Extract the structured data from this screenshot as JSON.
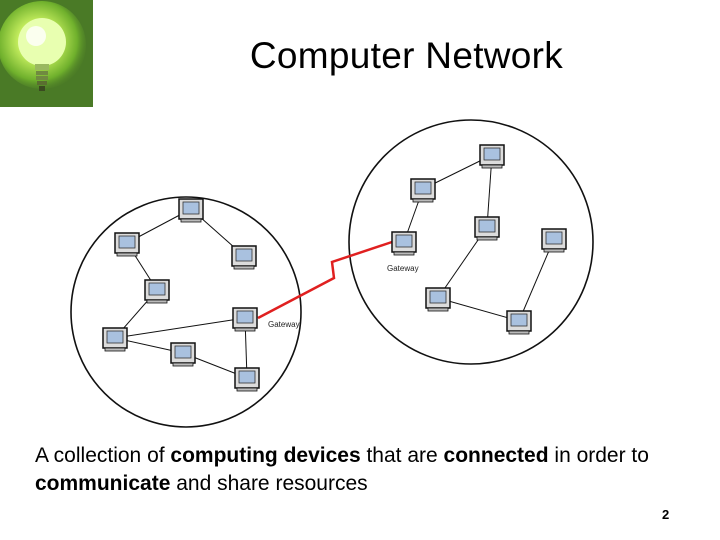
{
  "slide": {
    "title": "Computer Network",
    "page_number": "2"
  },
  "caption": {
    "t1": "A collection of ",
    "b1": "computing devices",
    "t2": " that are ",
    "b2": "connected",
    "t3": " in order to ",
    "b3": "communicate",
    "t4": " and share resources"
  },
  "diagram": {
    "gateway_label_left": "Gateway",
    "gateway_label_right": "Gateway"
  },
  "colors": {
    "logo_green": "#4a7a26",
    "link_red": "#e02020",
    "monitor_blue": "#a9c1df"
  },
  "icons": {
    "logo": "lightbulb-icon",
    "node": "computer-icon"
  }
}
